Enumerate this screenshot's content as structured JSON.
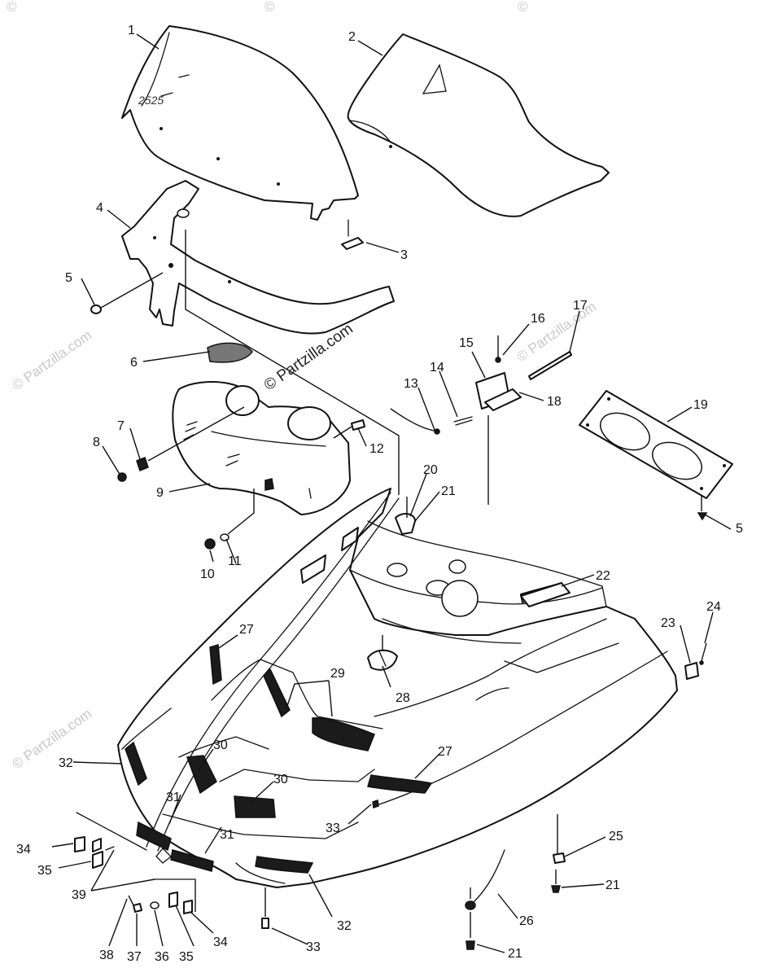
{
  "diagram": {
    "callouts": [
      {
        "id": "c1",
        "label": "1"
      },
      {
        "id": "c2",
        "label": "2"
      },
      {
        "id": "c3",
        "label": "3"
      },
      {
        "id": "c4",
        "label": "4"
      },
      {
        "id": "c5a",
        "label": "5"
      },
      {
        "id": "c5b",
        "label": "5"
      },
      {
        "id": "c6",
        "label": "6"
      },
      {
        "id": "c7",
        "label": "7"
      },
      {
        "id": "c8",
        "label": "8"
      },
      {
        "id": "c9",
        "label": "9"
      },
      {
        "id": "c10",
        "label": "10"
      },
      {
        "id": "c11",
        "label": "11"
      },
      {
        "id": "c12",
        "label": "12"
      },
      {
        "id": "c13",
        "label": "13"
      },
      {
        "id": "c14",
        "label": "14"
      },
      {
        "id": "c15",
        "label": "15"
      },
      {
        "id": "c16",
        "label": "16"
      },
      {
        "id": "c17",
        "label": "17"
      },
      {
        "id": "c18",
        "label": "18"
      },
      {
        "id": "c19",
        "label": "19"
      },
      {
        "id": "c20",
        "label": "20"
      },
      {
        "id": "c21a",
        "label": "21"
      },
      {
        "id": "c21b",
        "label": "21"
      },
      {
        "id": "c21c",
        "label": "21"
      },
      {
        "id": "c22",
        "label": "22"
      },
      {
        "id": "c23",
        "label": "23"
      },
      {
        "id": "c24",
        "label": "24"
      },
      {
        "id": "c25",
        "label": "25"
      },
      {
        "id": "c26",
        "label": "26"
      },
      {
        "id": "c27a",
        "label": "27"
      },
      {
        "id": "c27b",
        "label": "27"
      },
      {
        "id": "c28",
        "label": "28"
      },
      {
        "id": "c29",
        "label": "29"
      },
      {
        "id": "c30a",
        "label": "30"
      },
      {
        "id": "c30b",
        "label": "30"
      },
      {
        "id": "c31a",
        "label": "31"
      },
      {
        "id": "c31b",
        "label": "31"
      },
      {
        "id": "c32a",
        "label": "32"
      },
      {
        "id": "c32b",
        "label": "32"
      },
      {
        "id": "c33a",
        "label": "33"
      },
      {
        "id": "c33b",
        "label": "33"
      },
      {
        "id": "c34a",
        "label": "34"
      },
      {
        "id": "c34b",
        "label": "34"
      },
      {
        "id": "c35a",
        "label": "35"
      },
      {
        "id": "c35b",
        "label": "35"
      },
      {
        "id": "c36",
        "label": "36"
      },
      {
        "id": "c37",
        "label": "37"
      },
      {
        "id": "c38",
        "label": "38"
      },
      {
        "id": "c39",
        "label": "39"
      }
    ],
    "windshield_marking": "2525",
    "watermark": "© Partzilla.com",
    "watermark_center": "© Partzilla.com",
    "watermark_top": "©"
  }
}
